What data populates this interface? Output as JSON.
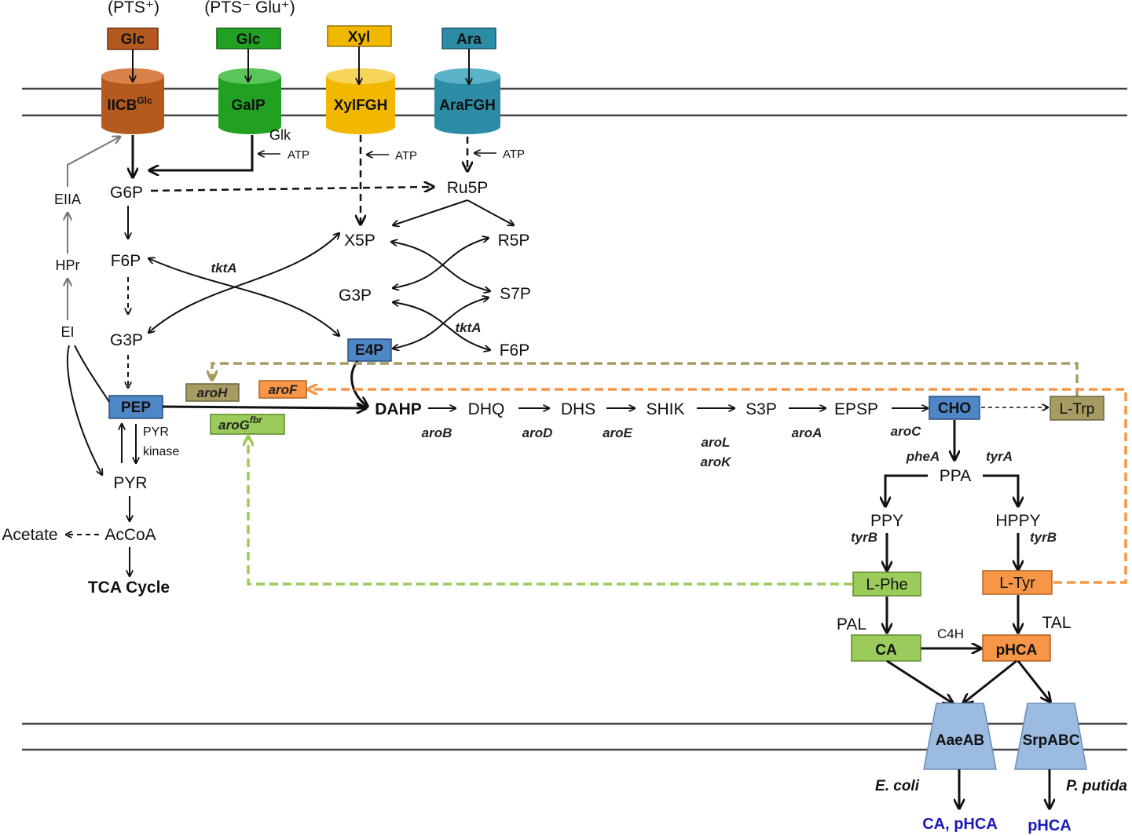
{
  "labels": {
    "pts_plus": "(PTS⁺)",
    "pts_minus": "(PTS⁻ Glu⁺)",
    "glc1": "Glc",
    "glc2": "Glc",
    "xyl": "Xyl",
    "ara": "Ara",
    "iicb": "IICBGlc",
    "galp": "GalP",
    "xylfgh": "XylFGH",
    "arafgh": "AraFGH",
    "glk": "Glk",
    "atp1": "ATP",
    "atp2": "ATP",
    "atp3": "ATP",
    "g6p": "G6P",
    "ru5p": "Ru5P",
    "eiia": "EIIA",
    "hpr": "HPr",
    "ei": "EI",
    "f6p_left": "F6P",
    "x5p": "X5P",
    "r5p": "R5P",
    "tkta1": "tktA",
    "g3p_mid": "G3P",
    "s7p": "S7P",
    "tkta2": "tktA",
    "g3p_left": "G3P",
    "e4p": "E4P",
    "f6p_right": "F6P",
    "aroh": "aroH",
    "arof": "aroF",
    "arog": "aroGfbr",
    "pep": "PEP",
    "dahp": "DAHP",
    "dhq": "DHQ",
    "dhs": "DHS",
    "shik": "SHIK",
    "s3p": "S3P",
    "epsp": "EPSP",
    "cho": "CHO",
    "ltrp": "L-Trp",
    "arob": "aroB",
    "arod": "aroD",
    "aroe": "aroE",
    "arol": "aroL",
    "arok": "aroK",
    "aroa": "aroA",
    "aroc": "aroC",
    "pyr_kinase_1": "PYR",
    "pyr_kinase_2": "kinase",
    "pyr": "PYR",
    "phea": "pheA",
    "tyra": "tyrA",
    "ppa": "PPA",
    "acetate": "Acetate",
    "accoa": "AcCoA",
    "tca": "TCA Cycle",
    "ppy": "PPY",
    "hppy": "HPPY",
    "tyrb1": "tyrB",
    "tyrb2": "tyrB",
    "lphe": "L-Phe",
    "ltyr": "L-Tyr",
    "pal": "PAL",
    "tal": "TAL",
    "c4h": "C4H",
    "ca": "CA",
    "phca": "pHCA",
    "aaeab": "AaeAB",
    "srpabc": "SrpABC",
    "ecoli": "E. coli",
    "pputida": "P. putida",
    "out1": "CA, pHCA",
    "out2": "pHCA"
  },
  "colors": {
    "brown": "#b45a1e",
    "green": "#22a022",
    "yellow": "#f2b800",
    "teal": "#2c8ca6",
    "blue_box": "#4f86c6",
    "olive": "#a59b63",
    "orange": "#f79646",
    "light_green": "#9bcb5a",
    "transporter": "#9bbbe0",
    "output_blue": "#1a1ab8"
  }
}
